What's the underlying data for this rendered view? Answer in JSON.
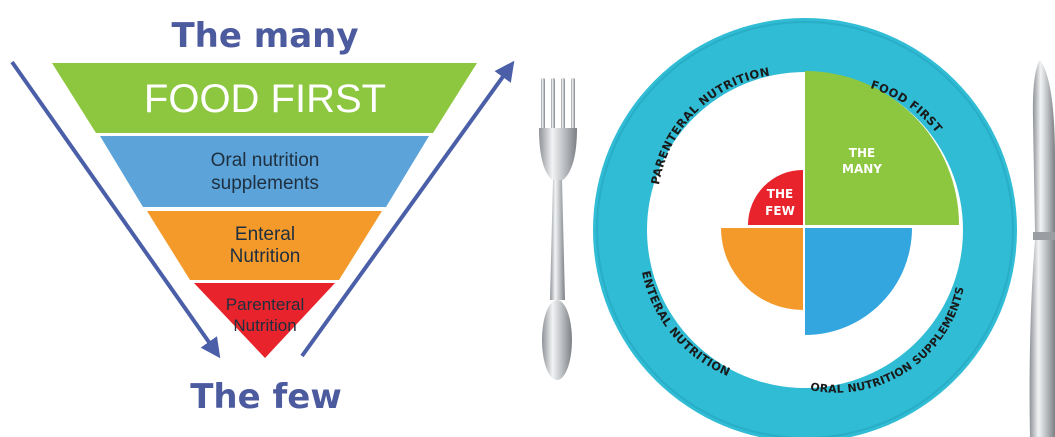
{
  "pyramid": {
    "top_caption": "The many",
    "bottom_caption": "The few",
    "tiers": [
      {
        "lines": [
          "FOOD FIRST"
        ],
        "color": "#8dc63f"
      },
      {
        "lines": [
          "Oral nutrition",
          "supplements"
        ],
        "color": "#5ba3d9"
      },
      {
        "lines": [
          "Enteral",
          "Nutrition"
        ],
        "color": "#f39a2b"
      },
      {
        "lines": [
          "Parenteral",
          "Nutrition"
        ],
        "color": "#e8232b"
      }
    ],
    "arrow_color": "#4a5fa8"
  },
  "plate": {
    "rim_color": "#30bcd4",
    "segments": [
      {
        "label_lines": [
          "THE",
          "MANY"
        ],
        "color": "#8dc63f"
      },
      {
        "label_lines": [],
        "color": "#33a6e0"
      },
      {
        "label_lines": [],
        "color": "#f39a2b"
      },
      {
        "label_lines": [
          "THE",
          "FEW"
        ],
        "color": "#e8232b"
      }
    ],
    "rim_labels": {
      "parenteral": "PARENTERAL NUTRITION",
      "food_first": "FOOD FIRST",
      "oral": "ORAL NUTRITION SUPPLEMENTS",
      "enteral": "ENTERAL NUTRITION"
    }
  }
}
